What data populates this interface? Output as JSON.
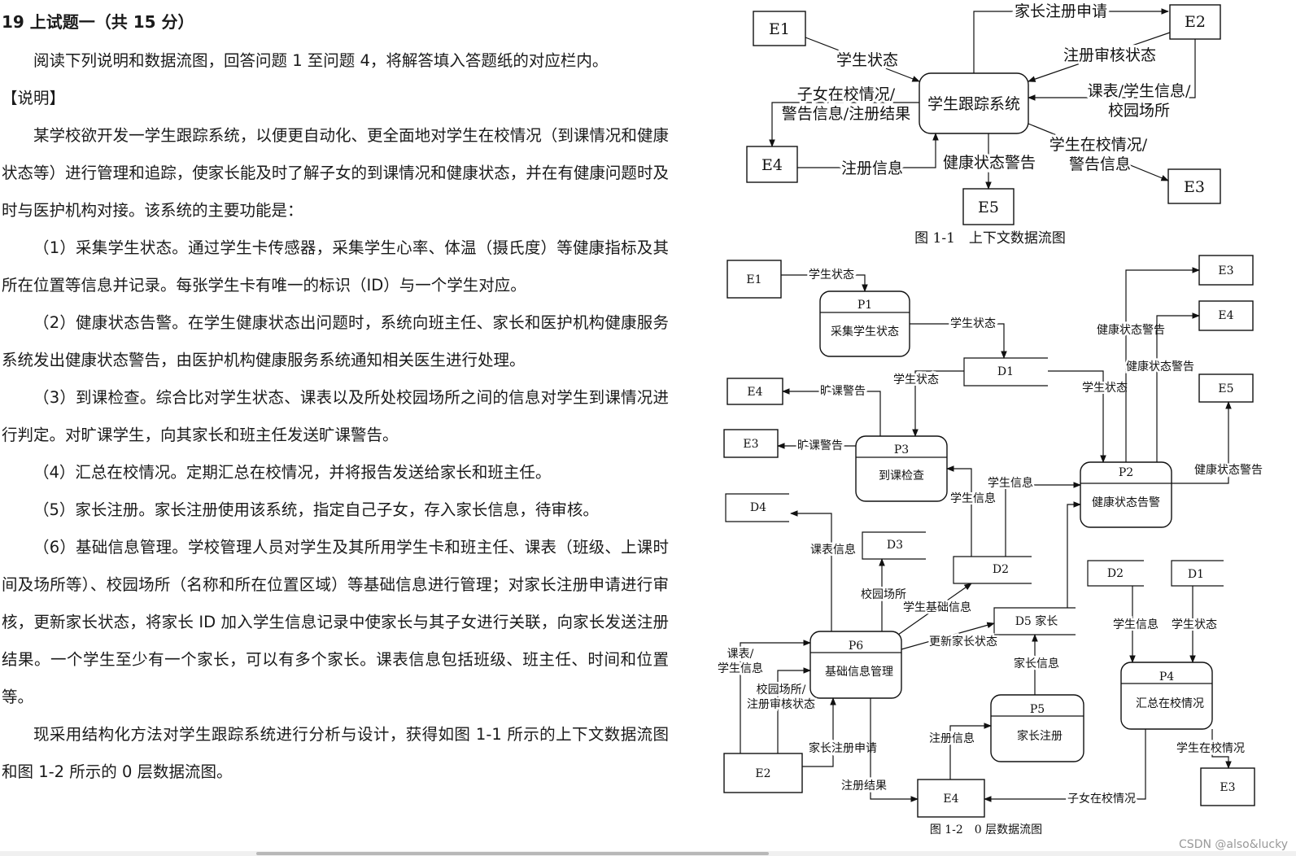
{
  "question": {
    "title": "19 上试题一（共 15 分）",
    "intro": "阅读下列说明和数据流图，回答问题 1 至问题 4，将解答填入答题纸的对应栏内。",
    "section_label": "【说明】",
    "paragraphs": [
      "某学校欲开发一学生跟踪系统，以便更自动化、更全面地对学生在校情况（到课情况和健康状态等）进行管理和追踪，使家长能及时了解子女的到课情况和健康状态，并在有健康问题时及时与医护机构对接。该系统的主要功能是：",
      "（1）采集学生状态。通过学生卡传感器，采集学生心率、体温（摄氏度）等健康指标及其所在位置等信息并记录。每张学生卡有唯一的标识（ID）与一个学生对应。",
      "（2）健康状态告警。在学生健康状态出问题时，系统向班主任、家长和医护机构健康服务系统发出健康状态警告，由医护机构健康服务系统通知相关医生进行处理。",
      "（3）到课检查。综合比对学生状态、课表以及所处校园场所之间的信息对学生到课情况进行判定。对旷课学生，向其家长和班主任发送旷课警告。",
      "（4）汇总在校情况。定期汇总在校情况，并将报告发送给家长和班主任。",
      "（5）家长注册。家长注册使用该系统，指定自己子女，存入家长信息，待审核。",
      "（6）基础信息管理。学校管理人员对学生及其所用学生卡和班主任、课表（班级、上课时间及场所等）、校园场所（名称和所在位置区域）等基础信息进行管理；对家长注册申请进行审核，更新家长状态，将家长 ID 加入学生信息记录中使家长与其子女进行关联，向家长发送注册结果。一个学生至少有一个家长，可以有多个家长。课表信息包括班级、班主任、时间和位置等。",
      "现采用结构化方法对学生跟踪系统进行分析与设计，获得如图 1-1 所示的上下文数据流图和图 1-2 所示的 0 层数据流图。"
    ]
  },
  "figure1": {
    "caption": "图 1-1　上下文数据流图",
    "system": "学生跟踪系统",
    "entities": {
      "e1": "E1",
      "e2": "E2",
      "e3": "E3",
      "e4": "E4",
      "e5": "E5"
    },
    "flows": {
      "parent_register_request": "家长注册申请",
      "student_status": "学生状态",
      "register_review_status": "注册审核状态",
      "timetable_l1": "课表/学生信息/",
      "timetable_l2": "校园场所",
      "child_info_l1": "子女在校情况/",
      "child_info_l2": "警告信息/注册结果",
      "register_info": "注册信息",
      "health_warning": "健康状态警告",
      "school_status_l1": "学生在校情况/",
      "school_status_l2": "警告信息"
    }
  },
  "figure2": {
    "caption": "图 1-2　0 层数据流图",
    "processes": {
      "p1_id": "P1",
      "p1_name": "采集学生状态",
      "p2_id": "P2",
      "p2_name": "健康状态告警",
      "p3_id": "P3",
      "p3_name": "到课检查",
      "p4_id": "P4",
      "p4_name": "汇总在校情况",
      "p5_id": "P5",
      "p5_name": "家长注册",
      "p6_id": "P6",
      "p6_name": "基础信息管理"
    },
    "entities": {
      "e1": "E1",
      "e2": "E2",
      "e3": "E3",
      "e4": "E4",
      "e5": "E5"
    },
    "stores": {
      "d1": "D1",
      "d2": "D2",
      "d3": "D3",
      "d4": "D4",
      "d5": "D5 家长"
    },
    "flows": {
      "student_status": "学生状态",
      "absence_warning": "旷课警告",
      "health_warning": "健康状态警告",
      "student_info": "学生信息",
      "timetable_info": "课表信息",
      "campus_place": "校园场所",
      "student_basic_info": "学生基础信息",
      "update_parent_status": "更新家长状态",
      "timetable_student_l1": "课表/",
      "timetable_student_l2": "学生信息",
      "campus_review_l1": "校园场所/",
      "campus_review_l2": "注册审核状态",
      "parent_register_request": "家长注册申请",
      "register_result": "注册结果",
      "parent_info": "家长信息",
      "register_info": "注册信息",
      "child_school_status": "子女在校情况",
      "student_school_status": "学生在校情况"
    }
  },
  "watermark": "CSDN @also&lucky"
}
